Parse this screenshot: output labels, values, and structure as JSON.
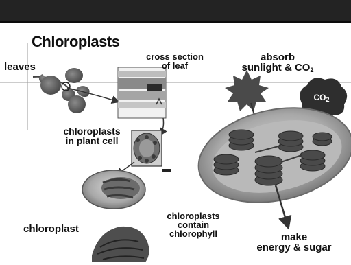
{
  "diagram": {
    "title": "Chloroplasts",
    "labels": {
      "leaves": "leaves",
      "cross_section": "cross section\nof leaf",
      "absorb_main": "absorb",
      "absorb_line2": "sunlight & CO",
      "absorb_sub": "2",
      "co2_main": "CO",
      "co2_sub": "2",
      "chloroplasts_in_plant_cell": "chloroplasts\nin plant cell",
      "chloroplasts_contain": "chloroplasts\ncontain\nchlorophyll",
      "chloroplast": "chloroplast",
      "make_line1": "make",
      "make_line2": "energy & sugar"
    }
  },
  "colors": {
    "top_bar": "#232323",
    "leaf": "#5f5f5f",
    "chloroplast_outer": "#9a9a9a",
    "thylakoid": "#3f3f3f",
    "sun": "#4a4a4a",
    "co2_cloud": "#2e2e2e",
    "arrow": "#333333"
  }
}
